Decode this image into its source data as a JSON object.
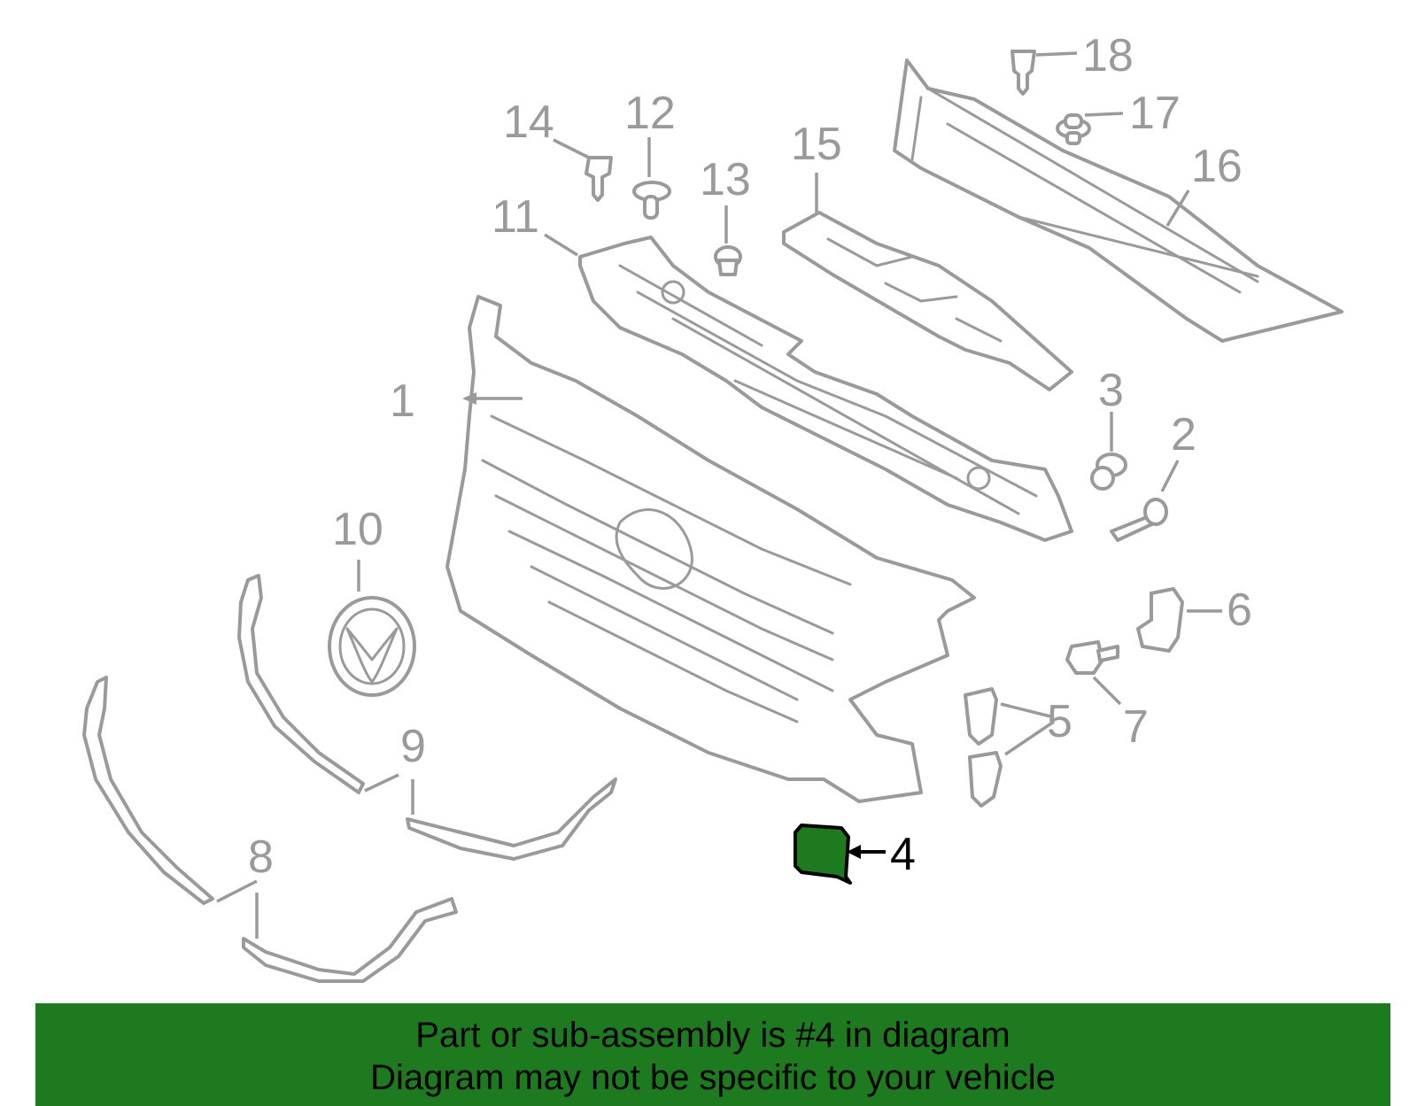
{
  "callouts": [
    {
      "number": "1",
      "part": "grille-frame"
    },
    {
      "number": "2",
      "part": "screw"
    },
    {
      "number": "3",
      "part": "clip"
    },
    {
      "number": "4",
      "part": "cover-highlighted"
    },
    {
      "number": "5",
      "part": "brackets"
    },
    {
      "number": "6",
      "part": "bracket"
    },
    {
      "number": "7",
      "part": "retainer"
    },
    {
      "number": "8",
      "part": "lower-molding"
    },
    {
      "number": "9",
      "part": "upper-molding"
    },
    {
      "number": "10",
      "part": "emblem"
    },
    {
      "number": "11",
      "part": "upper-reinforcement"
    },
    {
      "number": "12",
      "part": "push-pin"
    },
    {
      "number": "13",
      "part": "clip"
    },
    {
      "number": "14",
      "part": "push-pin"
    },
    {
      "number": "15",
      "part": "seal-plate"
    },
    {
      "number": "16",
      "part": "upper-cover"
    },
    {
      "number": "17",
      "part": "clip"
    },
    {
      "number": "18",
      "part": "push-pin"
    }
  ],
  "highlighted_part": "4",
  "highlight_color": "#1e7a1e",
  "line_color": "#9a9a9a",
  "banner": {
    "line1": "Part or sub-assembly is #4 in diagram",
    "line2": "Diagram may not be specific to your vehicle"
  }
}
